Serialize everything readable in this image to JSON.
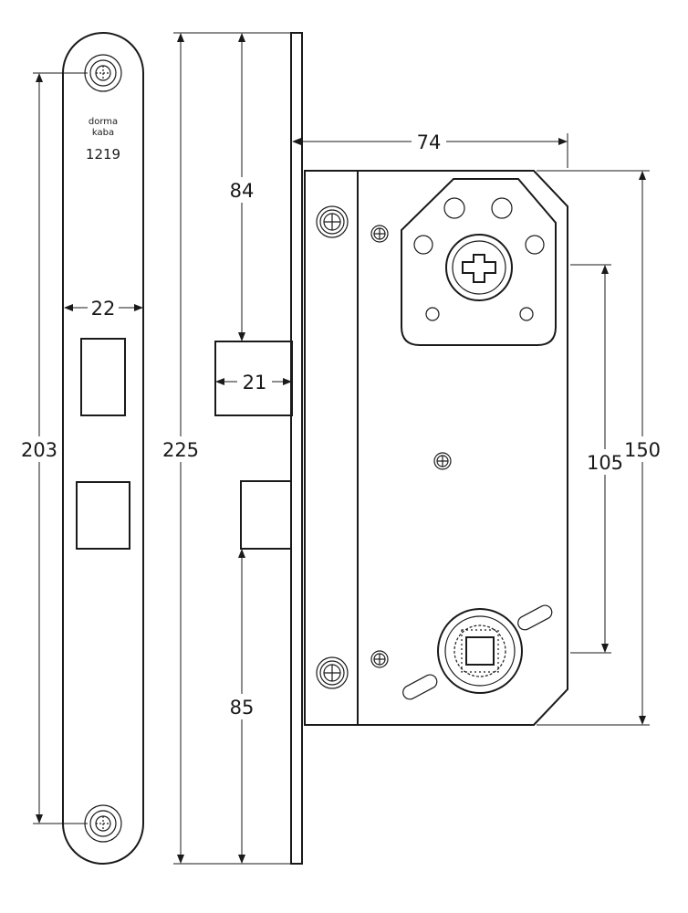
{
  "faceplate": {
    "brand_line1": "dorma",
    "brand_line2": "kaba",
    "model": "1219"
  },
  "dimensions": {
    "faceplate_width": "22",
    "faceplate_screw_spacing": "203",
    "overall_height": "225",
    "top_to_latch": "84",
    "latch_projection": "21",
    "bottom_to_bolt": "85",
    "backset": "74",
    "handle_to_cylinder": "105",
    "case_height": "150"
  }
}
